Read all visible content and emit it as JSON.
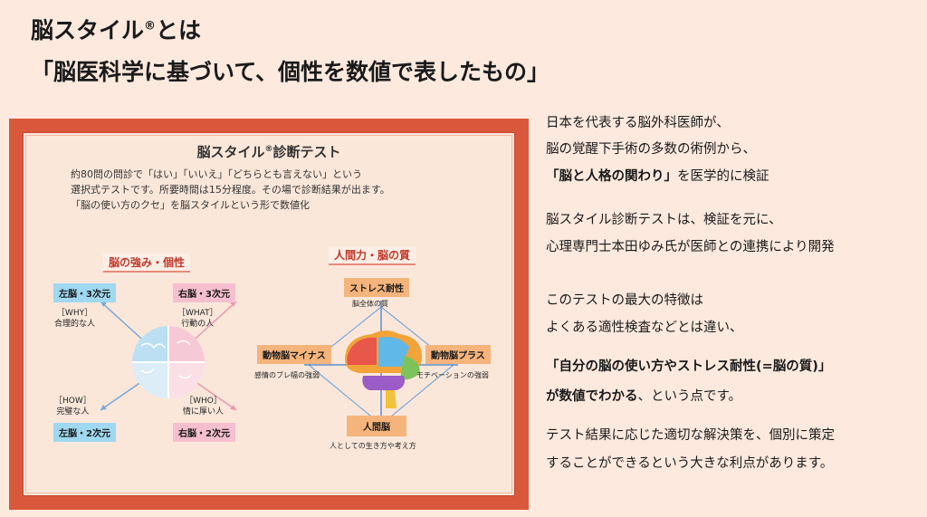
{
  "header": {
    "title_line1": "脳スタイル",
    "title_reg": "®",
    "title_line1_suffix": "とは",
    "title_line2": "「脳医科学に基づいて、個性を数値で表したもの」"
  },
  "panel": {
    "title": "脳スタイル",
    "title_reg": "®",
    "title_suffix": "診断テスト",
    "desc_lines": [
      "約80問の問診で「はい」「いいえ」「どちらとも言えない」という",
      "選択式テストです。所要時間は15分程度。その場で診断結果が出ます。",
      "「脳の使い方のクセ」を脳スタイルという形で数値化"
    ],
    "left_section": {
      "label": "脳の強み・個性",
      "quadrants": [
        {
          "box": "左脳・3次元",
          "tag": "［WHY］",
          "desc": "合理的な人"
        },
        {
          "box": "右脳・3次元",
          "tag": "［WHAT］",
          "desc": "行動の人"
        },
        {
          "box": "左脳・2次元",
          "tag": "［HOW］",
          "desc": "完璧な人"
        },
        {
          "box": "右脳・2次元",
          "tag": "［WHO］",
          "desc": "情に厚い人"
        }
      ]
    },
    "right_section": {
      "label": "人間力・脳の質",
      "top": {
        "box": "ストレス耐性",
        "desc": "脳全体の質"
      },
      "left": {
        "box": "動物脳マイナス",
        "desc": "感情のブレ幅の強弱"
      },
      "right": {
        "box": "動物脳プラス",
        "desc": "モチベーションの強弱"
      },
      "bottom": {
        "box": "人間脳",
        "desc": "人としての生き方や考え方"
      }
    }
  },
  "text": {
    "p1_line1": "日本を代表する脳外科医師が、",
    "p1_line2": "脳の覚醒下手術の多数の術例から、",
    "p1_line3_bold": "「脳と人格の関わり」",
    "p1_line3_rest": "を医学的に検証",
    "p2_line1": "脳スタイル診断テストは、検証を元に、",
    "p2_line2": "心理専門士本田ゆみ氏が医師との連携により開発",
    "p3_line1": "このテストの最大の特徴は",
    "p3_line2": "よくある適性検査などとは違い、",
    "p3_line3_bold": "「自分の脳の使い方やストレス耐性(=脳の質)」",
    "p3_line4_bold": "が数値でわかる",
    "p3_line4_rest": "、という点です。",
    "p4_line1": "テスト結果に応じた適切な解決策を、個別に策定",
    "p4_line2": "することができるという大きな利点があります。"
  },
  "colors": {
    "background": "#fde9de",
    "frame": "#d9583b",
    "blue_box": "#9fd8f0",
    "pink_box": "#f6bfcf",
    "orange_box": "#f5b47c"
  }
}
